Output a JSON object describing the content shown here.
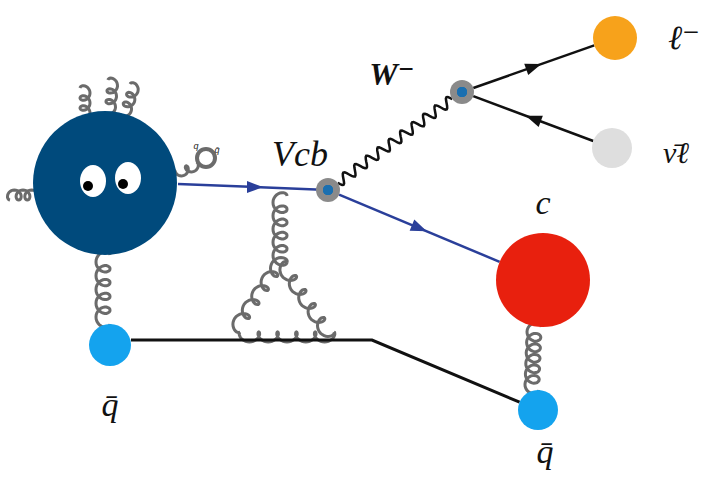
{
  "diagram": {
    "nodes": [
      {
        "text": [
          "W⁻"
        ]
      },
      {
        "text": [
          "Vcb"
        ]
      },
      {
        "text": [
          "ℓ⁻"
        ]
      },
      {
        "text": [
          "ν̄ℓ"
        ]
      },
      {
        "text": [
          "c"
        ]
      },
      {
        "text": [
          "q̄"
        ]
      },
      {
        "text": [
          "q̄"
        ]
      }
    ],
    "edges": [
      {
        "from": 1,
        "to": 0,
        "arrow": "none"
      },
      {
        "from": 0,
        "to": 2,
        "arrow": "to"
      },
      {
        "from": 3,
        "to": 0,
        "arrow": "to"
      },
      {
        "from": 1,
        "to": 4,
        "arrow": "to"
      },
      {
        "from": 5,
        "to": 6,
        "arrow": "none"
      },
      {
        "from": 4,
        "to": 6,
        "arrow": "none"
      }
    ],
    "labels": [
      "q",
      "q̄"
    ]
  }
}
